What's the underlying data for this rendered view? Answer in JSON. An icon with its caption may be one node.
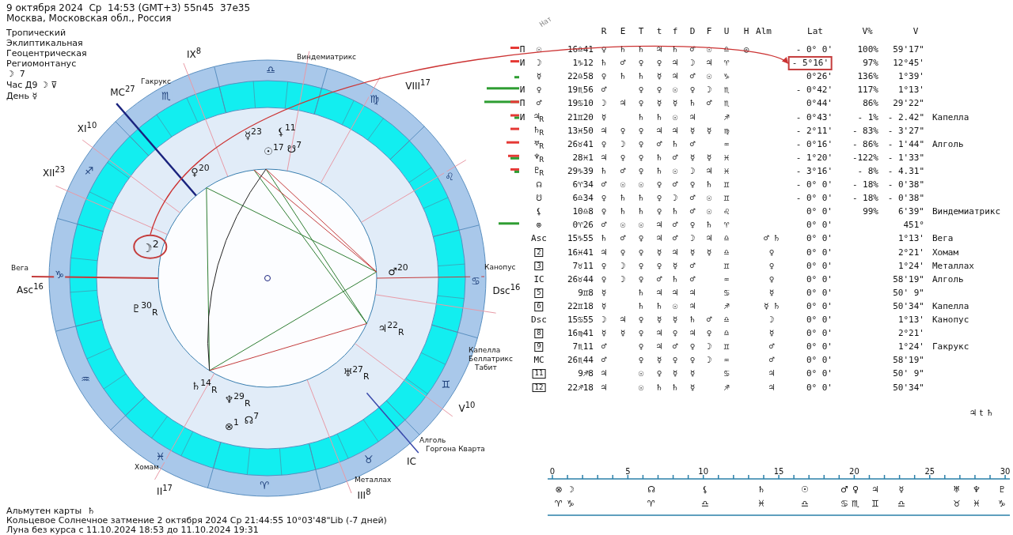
{
  "diagram": {
    "nodes": [
      {
        "text": [
          "☽$^{2}$"
        ]
      },
      {
        "text": [
          "- 5°16'"
        ]
      }
    ],
    "edges": [
      {
        "from": 0,
        "to": 1,
        "arrow": "to",
        "color": "#cc3333"
      }
    ],
    "labels": [
      "9 октября 2024  Ср  14:53 (GMT+3) 55n45  37e35",
      "Москва, Московская обл., Россия",
      "Тропический",
      "Эклиптикальная",
      "Геоцентрическая",
      "Региомонтанус",
      "☽  7",
      "Час Д9 ☽ ⊽",
      "День ☿",
      "♈",
      "♉",
      "♊",
      "♋",
      "♌",
      "♍",
      "♎",
      "♏",
      "♐",
      "♑",
      "♒",
      "♓",
      "MC$^{27}$",
      "IX$^{8}$",
      "VIII$^{17}$",
      "XI$^{10}$",
      "XII$^{23}$",
      "Asc$^{16}$",
      "II$^{17}$",
      "III$^{8}$",
      "IC",
      "V$^{10}$",
      "Dsc$^{16}$",
      "Виндемиатрикс",
      "Гакрукс",
      "Вега",
      "Канопус",
      "Капелла",
      "Беллатрикс",
      "Табит",
      "Алголь",
      "Горгона Кварта",
      "Хомам",
      "Металлах",
      "☿$^{23}$",
      "⚸$^{11}$",
      "☉$^{17}$",
      "☋$^{7}$",
      "♀$^{20}$",
      "♂$^{20}$",
      "♃$^{22}$$_{R}$",
      "♅$^{27}$$_{R}$",
      "♆$^{29}$$_{R}$",
      "☊$^{7}$",
      "⊗$^{1}$",
      "♄$^{14}$$_{R}$",
      "♇$^{30}$$_{R}$",
      "Нат",
      "R",
      "E",
      "T",
      "t",
      "f",
      "D",
      "F",
      "U",
      "H",
      "Alm",
      "Lat",
      "V%",
      "V",
      "П",
      "☉",
      "16♎41",
      "♀",
      "♄",
      "♄",
      "♃",
      "♄",
      "♂",
      "☉",
      "♎",
      "◎",
      "- 0° 0'",
      "100%",
      "59'17\"",
      "И",
      "☽",
      "1♑12",
      "♄",
      "♂",
      "♀",
      "♀",
      "♃",
      "☽",
      "♃",
      "♈",
      "97%",
      "12°45'",
      "☿",
      "22♎58",
      "♀",
      "♄",
      "♄",
      "☿",
      "♃",
      "♂",
      "☉",
      "♑",
      "0°26'",
      "136%",
      "1°39'",
      "И",
      "♀",
      "19♏56",
      "♂",
      "♀",
      "♀",
      "☉",
      "♀",
      "☽",
      "♏",
      "- 0°42'",
      "117%",
      "1°13'",
      "П",
      "♂",
      "19♋10",
      "☽",
      "♃",
      "♀",
      "☿",
      "☿",
      "♄",
      "♂",
      "♏",
      "0°44'",
      "86%",
      "29'22\"",
      "И",
      "♃$_{R}$",
      "21♊20",
      "☿",
      "♄",
      "♄",
      "☉",
      "♃",
      "♐",
      "- 0°43'",
      "- 1%",
      "- 2.42\"",
      "Капелла",
      "♄$_{R}$",
      "13♓50",
      "♃",
      "♀",
      "♀",
      "♃",
      "♃",
      "☿",
      "☿",
      "♍",
      "- 2°11'",
      "- 83%",
      "- 3'27\"",
      "♅$_{R}$",
      "26♉41",
      "♀",
      "☽",
      "♀",
      "♂",
      "♄",
      "♂",
      "♒",
      "- 0°16'",
      "- 86%",
      "- 1'44\"",
      "Алголь",
      "♆$_{R}$",
      "28♓1",
      "♃",
      "♀",
      "♀",
      "♄",
      "♂",
      "☿",
      "☿",
      "♓",
      "- 1°20'",
      "-122%",
      "- 1'33\"",
      "♇$_{R}$",
      "29♑39",
      "♄",
      "♂",
      "♀",
      "♄",
      "☉",
      "☽",
      "♃",
      "♓",
      "- 3°16'",
      "- 8%",
      "- 4.31\"",
      "☊",
      "6♈34",
      "♂",
      "☉",
      "☉",
      "♀",
      "♂",
      "♀",
      "♄",
      "♊",
      "- 0° 0'",
      "- 18%",
      "- 0'38\"",
      "☋",
      "6♎34",
      "♀",
      "♄",
      "♄",
      "♀",
      "☽",
      "♂",
      "☉",
      "♊",
      "- 0° 0'",
      "- 18%",
      "- 0'38\"",
      "⚸",
      "10♎8",
      "♀",
      "♄",
      "♄",
      "♀",
      "♄",
      "♂",
      "☉",
      "♌",
      "0° 0'",
      "99%",
      "6'39\"",
      "Виндемиатрикс",
      "⊗",
      "0♈26",
      "♂",
      "☉",
      "☉",
      "♃",
      "♂",
      "♀",
      "♄",
      "♈",
      "0° 0'",
      "451°",
      "Asc",
      "15♑55",
      "♄",
      "♂",
      "♀",
      "♃",
      "♂",
      "☽",
      "♃",
      "♎",
      "♂ ♄",
      "0° 0'",
      "1°13'",
      "Вега",
      "2",
      "16♓41",
      "♃",
      "♀",
      "♀",
      "☿",
      "♃",
      "☿",
      "☿",
      "♎",
      "♀",
      "0° 0'",
      "2°21'",
      "Хомам",
      "3",
      "7♉11",
      "♀",
      "☽",
      "♀",
      "♀",
      "☿",
      "♂",
      "♊",
      "♀",
      "0° 0'",
      "1°24'",
      "Металлах",
      "IC",
      "26♉44",
      "♀",
      "☽",
      "♀",
      "♂",
      "♄",
      "♂",
      "♒",
      "♀",
      "0° 0'",
      "58'19\"",
      "Алголь",
      "5",
      "9♊8",
      "☿",
      "♄",
      "♃",
      "♃",
      "♃",
      "♋",
      "☿",
      "0° 0'",
      "50' 9\"",
      "6",
      "22♊18",
      "☿",
      "♄",
      "♄",
      "☉",
      "♃",
      "♐",
      "☿ ♄",
      "0° 0'",
      "50'34\"",
      "Капелла",
      "Dsc",
      "15♋55",
      "☽",
      "♃",
      "♀",
      "☿",
      "☿",
      "♄",
      "♂",
      "♎",
      "☽",
      "0° 0'",
      "1°13'",
      "Канопус",
      "8",
      "16♍41",
      "☿",
      "☿",
      "♀",
      "♃",
      "♀",
      "♃",
      "♀",
      "♎",
      "☿",
      "0° 0'",
      "2°21'",
      "9",
      "7♏11",
      "♂",
      "♀",
      "♃",
      "♂",
      "♀",
      "☽",
      "♊",
      "♂",
      "0° 0'",
      "1°24'",
      "Гакрукс",
      "MC",
      "26♏44",
      "♂",
      "♀",
      "☿",
      "♀",
      "♀",
      "☽",
      "♒",
      "♂",
      "0° 0'",
      "58'19\"",
      "11",
      "9♐8",
      "♃",
      "☉",
      "♀",
      "☿",
      "☿",
      "♋",
      "♃",
      "0° 0'",
      "50' 9\"",
      "12",
      "22♐18",
      "♃",
      "☉",
      "♄",
      "♄",
      "☿",
      "♐",
      "♃",
      "0° 0'",
      "50'34\"",
      "♃ t ♄",
      "0",
      "5",
      "10",
      "15",
      "20",
      "25",
      "30",
      "⊗",
      "☽",
      "☊",
      "⚸",
      "♄",
      "☉",
      "♂",
      "♀",
      "♃",
      "☿",
      "♅",
      "♆",
      "♇",
      "♈",
      "♑",
      "♈",
      "♎",
      "♓",
      "♎",
      "♋",
      "♏",
      "♊",
      "♎",
      "♉",
      "♓",
      "♑",
      "Альмутен карты  ♄",
      "Кольцевое Солнечное затмение 2 октября 2024 Ср 21:44:55 10°03'48\"Lib (-7 дней)",
      "Луна без курса с 11.10.2024 18:53 до 11.10.2024 19:31"
    ]
  }
}
